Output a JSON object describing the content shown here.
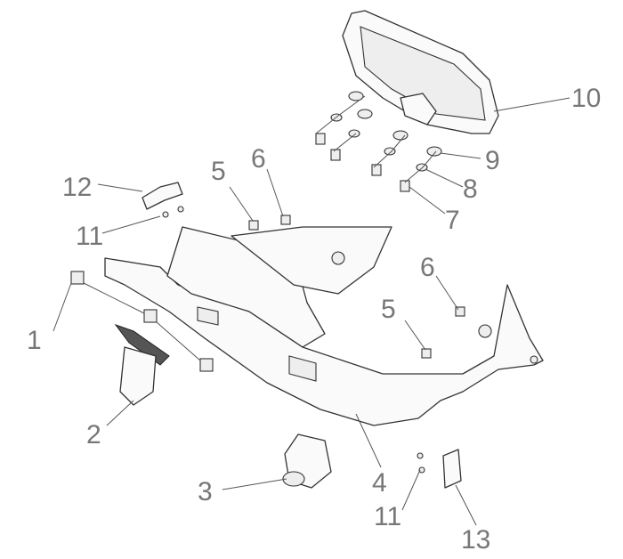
{
  "diagram": {
    "type": "exploded-parts-view",
    "callouts": [
      "1",
      "2",
      "3",
      "4",
      "5",
      "5",
      "6",
      "6",
      "7",
      "8",
      "9",
      "10",
      "11",
      "11",
      "12",
      "13"
    ],
    "labels": {
      "c1": "1",
      "c2": "2",
      "c3": "3",
      "c4": "4",
      "c5a": "5",
      "c5b": "5",
      "c6a": "6",
      "c6b": "6",
      "c7": "7",
      "c8": "8",
      "c9": "9",
      "c10": "10",
      "c11a": "11",
      "c11b": "11",
      "c12": "12",
      "c13": "13"
    }
  }
}
